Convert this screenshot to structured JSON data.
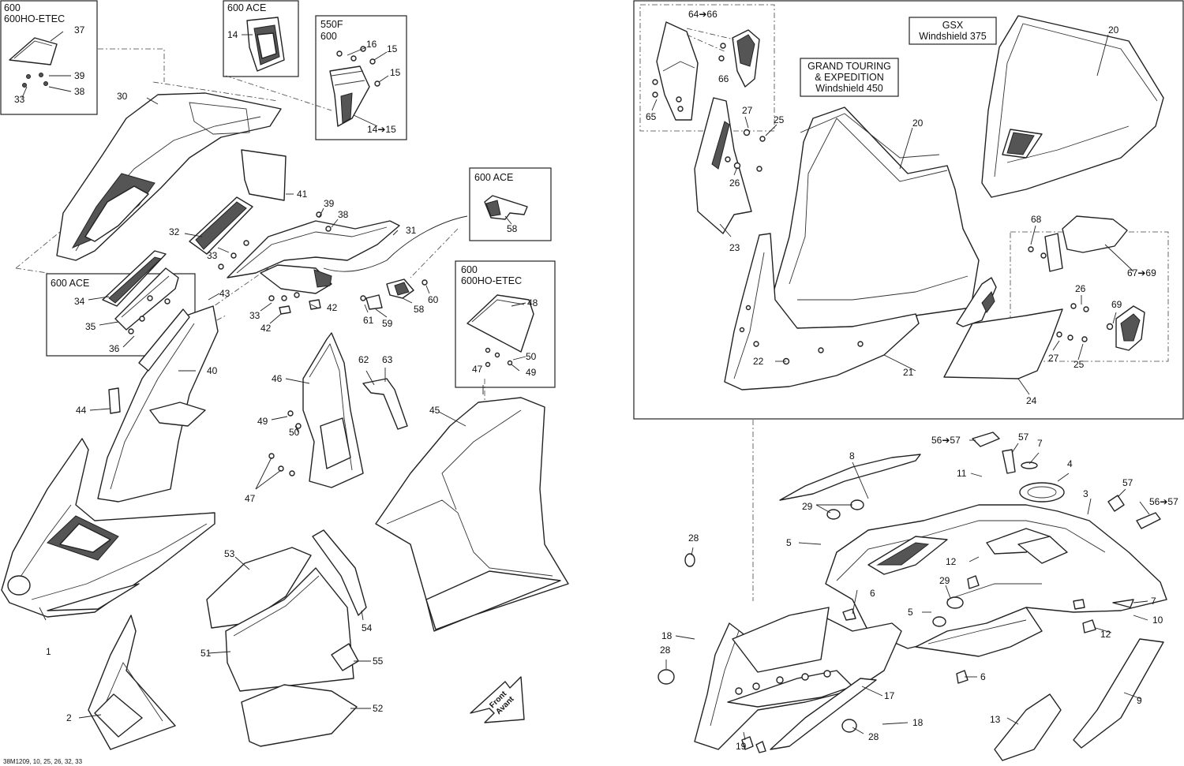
{
  "figure": {
    "code": "38M1209, 10, 25, 26, 32, 33",
    "front_arrow": [
      "Front",
      "Avant"
    ]
  },
  "boxes": {
    "box_600_600ho": [
      "600",
      "600HO-ETEC"
    ],
    "box_600ace_top": [
      "600 ACE"
    ],
    "box_550f_600": [
      "550F",
      "600"
    ],
    "box_600ace_right": [
      "600 ACE"
    ],
    "box_600ace_left": [
      "600 ACE"
    ],
    "box_600_600ho_right": [
      "600",
      "600HO-ETEC"
    ],
    "grand_touring": [
      "GRAND TOURING",
      "& EXPEDITION",
      "Windshield 450"
    ],
    "gsx": [
      "GSX",
      "Windshield 375"
    ]
  },
  "callouts": [
    "37",
    "39",
    "33",
    "38",
    "14",
    "16",
    "15",
    "15",
    "14➔15",
    "30",
    "41",
    "39",
    "38",
    "31",
    "58",
    "32",
    "33",
    "34",
    "35",
    "36",
    "43",
    "33",
    "42",
    "42",
    "61",
    "59",
    "58",
    "60",
    "48",
    "50",
    "47",
    "49",
    "40",
    "44",
    "46",
    "62",
    "63",
    "49",
    "50",
    "47",
    "45",
    "1",
    "53",
    "54",
    "51",
    "55",
    "52",
    "2",
    "64➔66",
    "66",
    "65",
    "27",
    "25",
    "26",
    "23",
    "20",
    "22",
    "21",
    "20",
    "68",
    "26",
    "67➔69",
    "69",
    "27",
    "25",
    "24",
    "8",
    "56➔57",
    "57",
    "7",
    "11",
    "4",
    "3",
    "57",
    "56➔57",
    "29",
    "5",
    "12",
    "28",
    "6",
    "29",
    "5",
    "7",
    "10",
    "18",
    "12",
    "28",
    "6",
    "17",
    "9",
    "18",
    "19",
    "28",
    "13"
  ]
}
